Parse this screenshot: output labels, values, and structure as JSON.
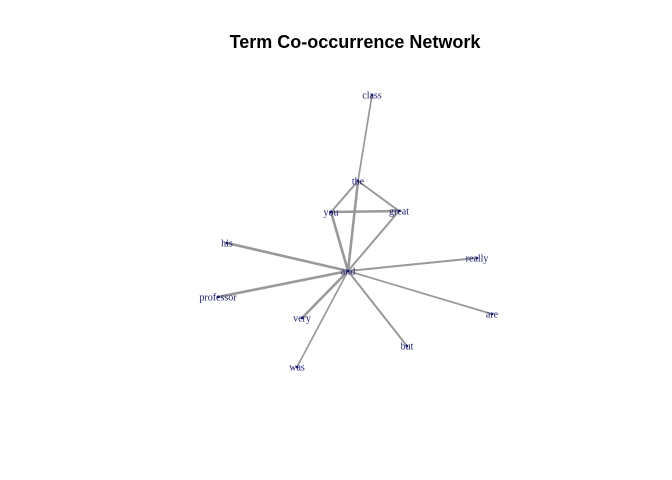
{
  "title": "Term Co-occurrence Network",
  "colors": {
    "edge": "#999999",
    "label": "#1a1a6e",
    "background": "#ffffff"
  },
  "nodes": [
    {
      "id": "and",
      "label": "and"
    },
    {
      "id": "class",
      "label": "class"
    },
    {
      "id": "the",
      "label": "the"
    },
    {
      "id": "you",
      "label": "you"
    },
    {
      "id": "great",
      "label": "great"
    },
    {
      "id": "his",
      "label": "his"
    },
    {
      "id": "really",
      "label": "really"
    },
    {
      "id": "professor",
      "label": "professor"
    },
    {
      "id": "very",
      "label": "very"
    },
    {
      "id": "are",
      "label": "are"
    },
    {
      "id": "but",
      "label": "but"
    },
    {
      "id": "was",
      "label": "was"
    }
  ],
  "edges": [
    {
      "source": "and",
      "target": "the",
      "weight": 3
    },
    {
      "source": "and",
      "target": "you",
      "weight": 3
    },
    {
      "source": "and",
      "target": "great",
      "weight": 2
    },
    {
      "source": "and",
      "target": "his",
      "weight": 3
    },
    {
      "source": "and",
      "target": "professor",
      "weight": 3
    },
    {
      "source": "and",
      "target": "very",
      "weight": 3
    },
    {
      "source": "and",
      "target": "really",
      "weight": 2
    },
    {
      "source": "and",
      "target": "are",
      "weight": 1.5
    },
    {
      "source": "and",
      "target": "but",
      "weight": 2
    },
    {
      "source": "and",
      "target": "was",
      "weight": 1.5
    },
    {
      "source": "the",
      "target": "class",
      "weight": 1.5
    },
    {
      "source": "the",
      "target": "you",
      "weight": 2
    },
    {
      "source": "the",
      "target": "great",
      "weight": 2
    },
    {
      "source": "you",
      "target": "great",
      "weight": 3
    }
  ]
}
